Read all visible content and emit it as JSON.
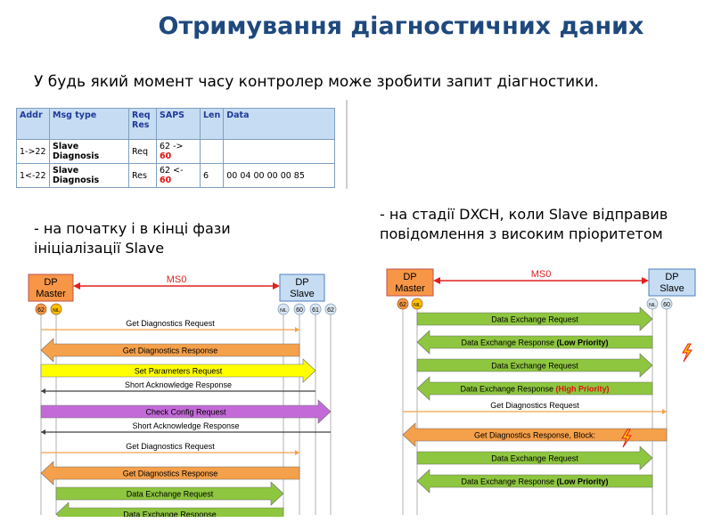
{
  "title": "Отримування діагностичних даних",
  "intro": "У будь який момент часу контролер може зробити запит діагностики.",
  "table": {
    "headers": [
      "Addr",
      "Msg type",
      "Req Res",
      "SAPS",
      "Len",
      "Data"
    ],
    "rows": [
      {
        "addr": "1->22",
        "msg_type": "Slave Diagnosis",
        "req_res": "Req",
        "saps_a": "62 -> ",
        "saps_b": "60",
        "len": "",
        "data": ""
      },
      {
        "addr": "1<-22",
        "msg_type": "Slave Diagnosis",
        "req_res": "Res",
        "saps_a": "62 <- ",
        "saps_b": "60",
        "len": "6",
        "data": "00 04 00 00 00 85"
      }
    ]
  },
  "left_caption": [
    "- на початку і в кінці фази",
    "ініціалізації Slave"
  ],
  "right_caption": [
    "- на стадії DXCH, коли Slave відправив",
    "повідомлення з високим пріоритетом"
  ],
  "left_diagram": {
    "master": [
      "DP",
      "Master"
    ],
    "slave": [
      "DP",
      "Slave"
    ],
    "ms0": "MS0",
    "master_saps": [
      "62",
      "NIL"
    ],
    "slave_saps": [
      "NIL",
      "60",
      "61",
      "62"
    ],
    "messages": [
      {
        "label": "Get Diagnostics Request",
        "kind": "thin",
        "color": "#f5a04a",
        "dir": "right"
      },
      {
        "label": "Get Diagnostics Response",
        "kind": "fat",
        "color": "#f5a04a",
        "dir": "left"
      },
      {
        "label": "Set Parameters Request",
        "kind": "fat",
        "color": "#ffff00",
        "dir": "right"
      },
      {
        "label": "Short Acknowledge Response",
        "kind": "thin",
        "color": "#404040",
        "dir": "left"
      },
      {
        "label": "Check Config Request",
        "kind": "fat",
        "color": "#c36ad8",
        "dir": "right"
      },
      {
        "label": "Short Acknowledge Response",
        "kind": "thin",
        "color": "#404040",
        "dir": "left"
      },
      {
        "label": "Get Diagnostics Request",
        "kind": "thin",
        "color": "#f5a04a",
        "dir": "right"
      },
      {
        "label": "Get Diagnostics Response",
        "kind": "fat",
        "color": "#f5a04a",
        "dir": "left"
      },
      {
        "label": "Data Exchange Request",
        "kind": "fat",
        "color": "#8ec63f",
        "dir": "right"
      },
      {
        "label": "Data Exchange Response",
        "kind": "fat",
        "color": "#8ec63f",
        "dir": "left"
      }
    ]
  },
  "right_diagram": {
    "master": [
      "DP",
      "Master"
    ],
    "slave": [
      "DP",
      "Slave"
    ],
    "ms0": "MS0",
    "master_saps": [
      "62",
      "NIL"
    ],
    "slave_saps": [
      "NIL",
      "60"
    ],
    "messages": [
      {
        "label": "Data Exchange Request",
        "kind": "fat",
        "color": "#8ec63f",
        "dir": "right"
      },
      {
        "label": "Data Exchange Response ",
        "suffix": "(Low Priority)",
        "suffix_color": "#000000",
        "kind": "fat",
        "color": "#8ec63f",
        "dir": "left"
      },
      {
        "label": "Data Exchange Request",
        "kind": "fat",
        "color": "#8ec63f",
        "dir": "right"
      },
      {
        "label": "Data Exchange Response ",
        "suffix": "(High Priority)",
        "suffix_color": "#e01010",
        "kind": "fat",
        "color": "#8ec63f",
        "dir": "left"
      },
      {
        "label": "Get Diagnostics Request",
        "kind": "thin",
        "color": "#f5a04a",
        "dir": "right"
      },
      {
        "label": "Get Diagnostics Response, Block:",
        "kind": "fat",
        "color": "#f5a04a",
        "dir": "left"
      },
      {
        "label": "Data Exchange Request",
        "kind": "fat",
        "color": "#8ec63f",
        "dir": "right"
      },
      {
        "label": "Data Exchange Response ",
        "suffix": "(Low Priority)",
        "suffix_color": "#000000",
        "kind": "fat",
        "color": "#8ec63f",
        "dir": "left"
      }
    ]
  }
}
